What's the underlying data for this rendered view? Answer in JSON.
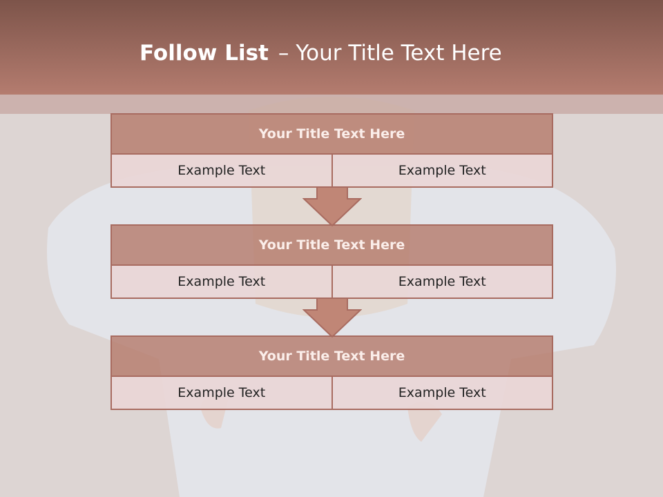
{
  "slide": {
    "title_bold": "Follow List",
    "title_sep": "–",
    "title_rest": "Your Title Text Here"
  },
  "blocks": [
    {
      "title": "Your Title Text Here",
      "left": "Example Text",
      "right": "Example Text"
    },
    {
      "title": "Your Title Text Here",
      "left": "Example Text",
      "right": "Example Text"
    },
    {
      "title": "Your Title Text Here",
      "left": "Example Text",
      "right": "Example Text"
    }
  ],
  "colors": {
    "header_top": "#7d544a",
    "header_bottom": "#b47c6f",
    "box_head": "#b37768",
    "box_cell": "#e9d6d6",
    "border": "#a86b60"
  }
}
